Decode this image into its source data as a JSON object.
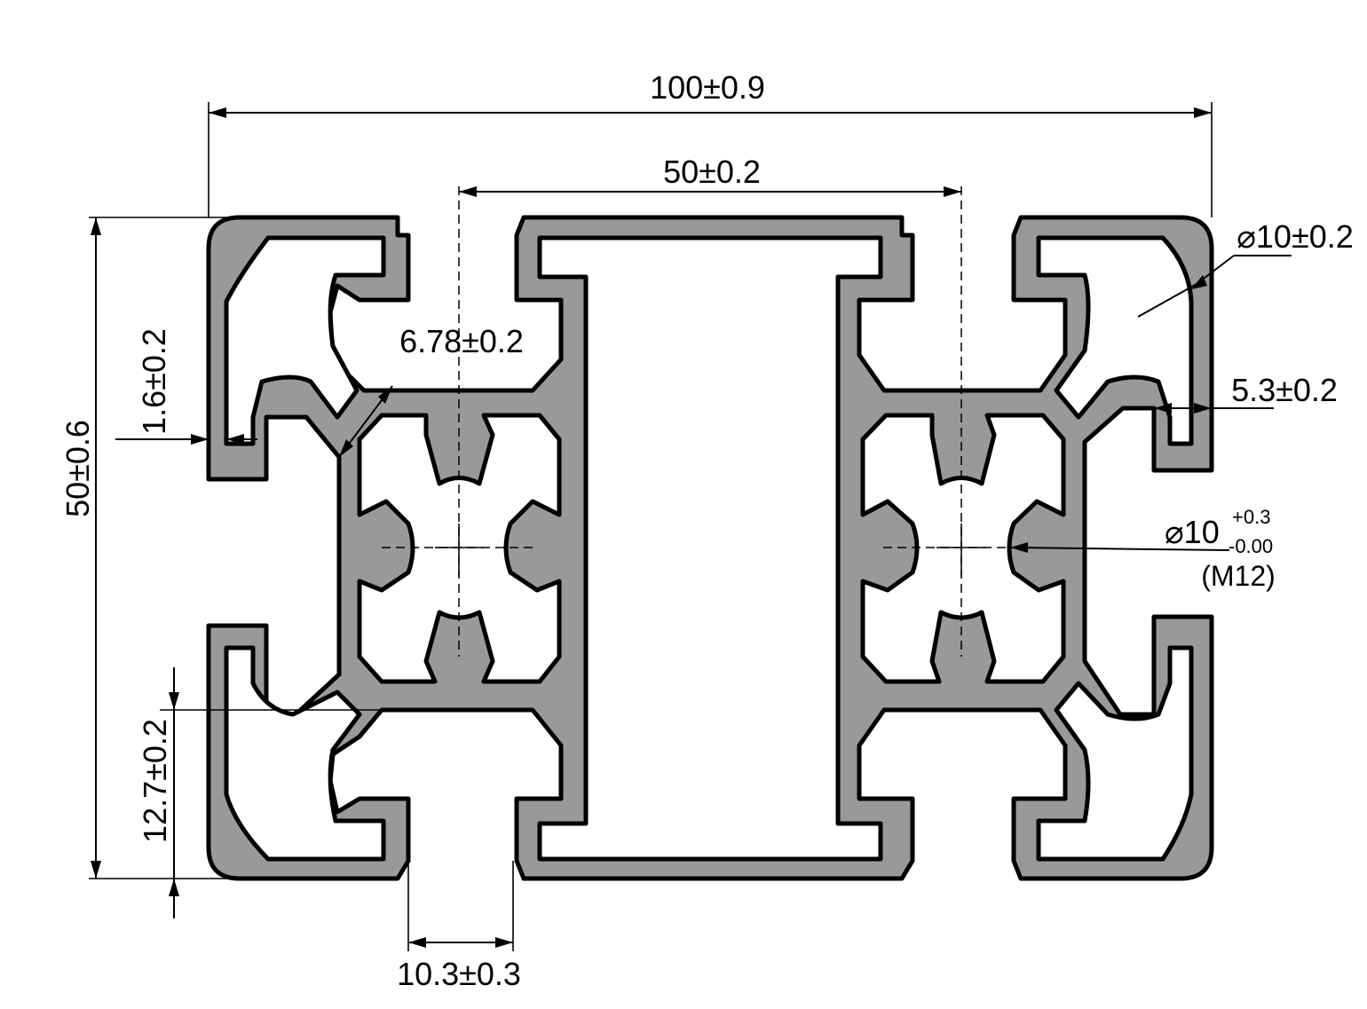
{
  "dimensions": {
    "overall_width": "100±0.9",
    "center_width": "50±0.2",
    "height": "50±0.6",
    "corner_diameter": "⌀10±0.2",
    "slot_depth": "5.3±0.2",
    "wall_thickness": "1.6±0.2",
    "web_thickness": "6.78±0.2",
    "slot_offset": "12.7±0.2",
    "slot_opening": "10.3±0.3",
    "core_hole_base": "⌀10",
    "core_hole_tol_upper": "+0.3",
    "core_hole_tol_lower": "-0.00",
    "thread_spec": "(M12)"
  }
}
